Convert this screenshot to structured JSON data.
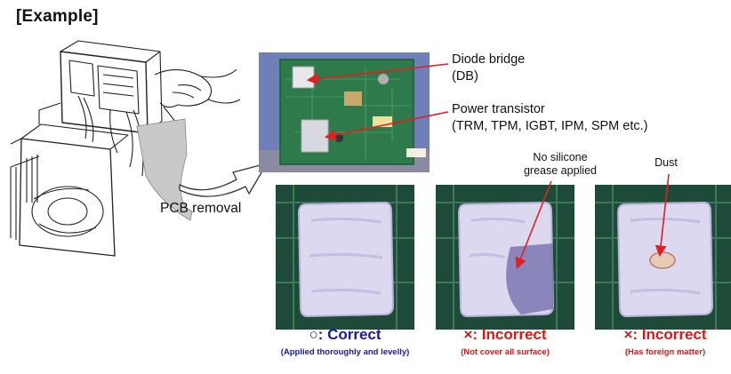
{
  "title": "[Example]",
  "labels": {
    "diode_bridge": [
      "Diode bridge",
      "(DB)"
    ],
    "power_transistor": [
      "Power transistor",
      "(TRM, TPM, IGBT, IPM, SPM etc.)"
    ],
    "pcb_removal": "PCB removal",
    "no_grease": [
      "No silicone",
      "grease applied"
    ],
    "dust": "Dust"
  },
  "results": [
    {
      "verdict": "○: Correct",
      "detail": "(Applied thoroughly and levelly)"
    },
    {
      "verdict": "×: Incorrect",
      "detail": "(Not cover all surface)"
    },
    {
      "verdict": "×: Incorrect",
      "detail": "(Has foreign matter)"
    }
  ],
  "colors": {
    "correct": "#1a1a9a",
    "incorrect": "#e01515",
    "annotation_arrow": "#e02020"
  }
}
